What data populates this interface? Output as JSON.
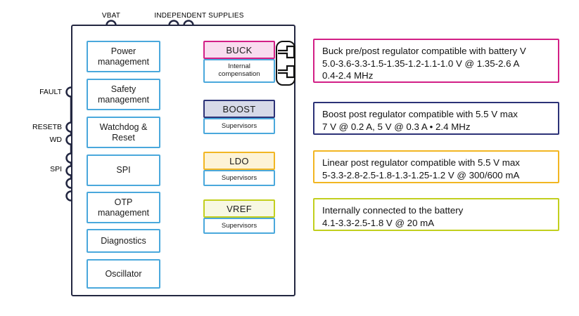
{
  "top_pins": [
    {
      "label": "VBAT"
    },
    {
      "label": "INDEPENDENT SUPPLIES"
    }
  ],
  "left_pins": [
    {
      "label": "FAULT"
    },
    {
      "label": "RESETB"
    },
    {
      "label": "WD"
    },
    {
      "label": "SPI"
    }
  ],
  "function_blocks": [
    {
      "line1": "Power",
      "line2": "management"
    },
    {
      "line1": "Safety",
      "line2": "management"
    },
    {
      "line1": "Watchdog &",
      "line2": "Reset"
    },
    {
      "line1": "SPI",
      "line2": ""
    },
    {
      "line1": "OTP",
      "line2": "management"
    },
    {
      "line1": "Diagnostics",
      "line2": ""
    },
    {
      "line1": "Oscillator",
      "line2": ""
    }
  ],
  "regulators": [
    {
      "name": "BUCK",
      "sub_line1": "Internal",
      "sub_line2": "compensation",
      "border": "#d21f86",
      "fill": "#f9dcef",
      "has_inductor": true
    },
    {
      "name": "BOOST",
      "sub_line1": "Supervisors",
      "sub_line2": "",
      "border": "#2c3277",
      "fill": "#d7d9e8",
      "has_inductor": false
    },
    {
      "name": "LDO",
      "sub_line1": "Supervisors",
      "sub_line2": "",
      "border": "#f2b622",
      "fill": "#fdf3d6",
      "has_inductor": false
    },
    {
      "name": "VREF",
      "sub_line1": "Supervisors",
      "sub_line2": "",
      "border": "#c2cf1e",
      "fill": "#f7f8e2",
      "has_inductor": false
    }
  ],
  "callouts": [
    {
      "border": "#d21f86",
      "lines": [
        "Buck pre/post regulator compatible with battery V",
        "5.0-3.6-3.3-1.5-1.35-1.2-1.1-1.0 V @ 1.35-2.6 A",
        "0.4-2.4 MHz"
      ]
    },
    {
      "border": "#2c3277",
      "lines": [
        "Boost post regulator compatible with 5.5 V max",
        "7 V @ 0.2 A, 5 V @ 0.3 A • 2.4 MHz"
      ]
    },
    {
      "border": "#f2b622",
      "lines": [
        "Linear post regulator compatible with 5.5 V max",
        "5-3.3-2.8-2.5-1.8-1.3-1.25-1.2 V @ 300/600 mA"
      ]
    },
    {
      "border": "#c2cf1e",
      "lines": [
        "Internally connected to the battery",
        "4.1-3.3-2.5-1.8 V @ 20 mA"
      ]
    }
  ],
  "colors": {
    "chip_outline": "#232741",
    "block_border": "#4aa8dc",
    "wire": "#232741"
  }
}
